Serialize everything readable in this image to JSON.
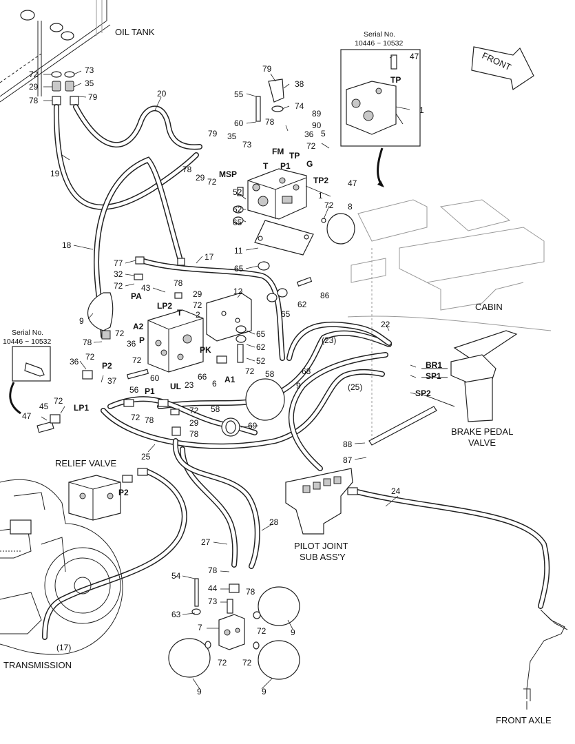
{
  "title_labels": {
    "oil_tank": "OIL TANK",
    "front": "FRONT",
    "cabin": "CABIN",
    "relief_valve": "RELIEF VALVE",
    "transmission": "TRANSMISSION",
    "front_axle": "FRONT AXLE",
    "brake_pedal_valve_1": "BRAKE PEDAL",
    "brake_pedal_valve_2": "VALVE",
    "pilot_joint_1": "PILOT JOINT",
    "pilot_joint_2": "SUB ASS'Y"
  },
  "serial_boxes": [
    {
      "label": "Serial No.",
      "range": "10446 ~ 10532"
    },
    {
      "label": "Serial No.",
      "range": "10446 ~ 10532"
    }
  ],
  "ports": {
    "TP_top": "TP",
    "FM": "FM",
    "TP": "TP",
    "P1_top": "P1",
    "T": "T",
    "MSP": "MSP",
    "G": "G",
    "TP2": "TP2",
    "PA": "PA",
    "LP2": "LP2",
    "T_mid": "T",
    "A2": "A2",
    "P": "P",
    "PK": "PK",
    "A1": "A1",
    "P2": "P2",
    "LP1": "LP1",
    "P1": "P1",
    "UL": "UL",
    "P2_relief": "P2",
    "BR1": "BR1",
    "SP1": "SP1",
    "SP2": "SP2"
  },
  "part_numbers": [
    "72",
    "73",
    "29",
    "35",
    "78",
    "79",
    "20",
    "19",
    "18",
    "79",
    "38",
    "55",
    "74",
    "89",
    "90",
    "60",
    "78",
    "36",
    "5",
    "35",
    "73",
    "72",
    "79",
    "78",
    "29",
    "72",
    "52",
    "1",
    "47",
    "72",
    "8",
    "62",
    "65",
    "11",
    "65",
    "86",
    "62",
    "65",
    "12",
    "65",
    "62",
    "52",
    "17",
    "77",
    "32",
    "72",
    "43",
    "78",
    "29",
    "72",
    "2",
    "9",
    "72",
    "78",
    "36",
    "72",
    "36",
    "72",
    "60",
    "37",
    "56",
    "72",
    "78",
    "23",
    "6",
    "66",
    "72",
    "58",
    "68",
    "9",
    "47",
    "45",
    "72",
    "1",
    "47",
    "22",
    "(23)",
    "(25)",
    "88",
    "87",
    "24",
    "69",
    "58",
    "72",
    "29",
    "78",
    "25",
    "27",
    "28",
    "54",
    "78",
    "44",
    "78",
    "63",
    "73",
    "7",
    "72",
    "9",
    "72",
    "72",
    "9",
    "9",
    "(17)"
  ]
}
